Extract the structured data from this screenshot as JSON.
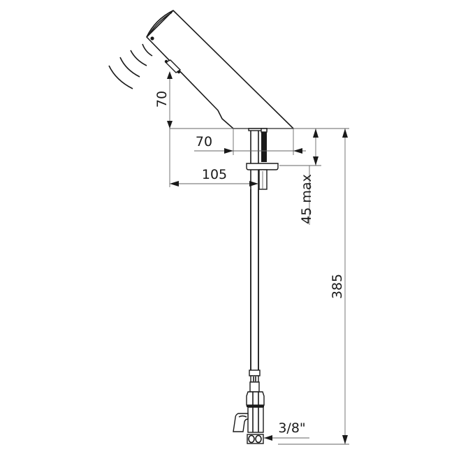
{
  "diagram": {
    "subject": "Electronic sensor basin tap with flexible supply hose",
    "colors": {
      "line": "#1a1a1a",
      "dimension_line": "#666666",
      "background": "#ffffff"
    }
  },
  "dimensions": {
    "sensor_height": {
      "label": "70",
      "orientation": "vertical"
    },
    "spout_base_width": {
      "label": "70",
      "orientation": "horizontal"
    },
    "reach": {
      "label": "105",
      "orientation": "horizontal"
    },
    "deck_thickness": {
      "label": "45 max",
      "orientation": "vertical"
    },
    "overall_length": {
      "label": "385",
      "orientation": "vertical"
    },
    "connection_size": {
      "label": "3/8\"",
      "orientation": "horizontal"
    }
  },
  "components": [
    {
      "name": "spout-body"
    },
    {
      "name": "infrared-sensor"
    },
    {
      "name": "sensor-waves"
    },
    {
      "name": "fixing-rod"
    },
    {
      "name": "fixing-plate"
    },
    {
      "name": "flexible-hose"
    },
    {
      "name": "isolating-valve"
    },
    {
      "name": "threaded-connection"
    }
  ]
}
